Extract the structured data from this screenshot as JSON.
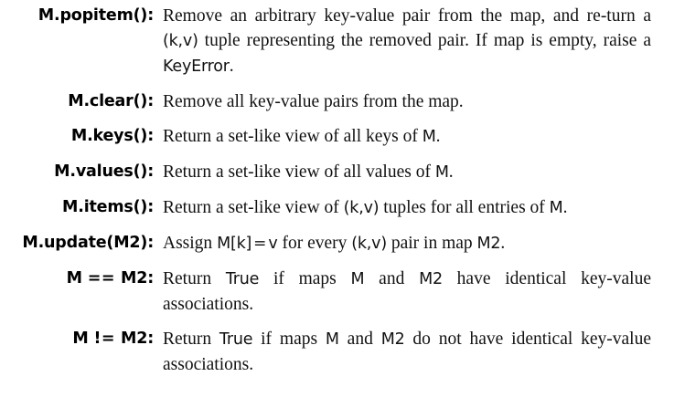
{
  "document": {
    "kind": "reference-table",
    "background_color": "#ffffff",
    "text_color": "#111111",
    "entries": [
      {
        "term": "M.popitem():",
        "description": "Remove an arbitrary key-value pair from the map, and return a (k,v) tuple representing the removed pair. If map is empty, raise a KeyError.",
        "lines": [
          "Remove an arbitrary key-value pair from the map, and re-",
          "turn a (k,v) tuple representing the removed pair. If map is",
          "empty, raise a KeyError."
        ]
      },
      {
        "term": "M.clear():",
        "description": "Remove all key-value pairs from the map.",
        "lines": [
          "Remove all key-value pairs from the map."
        ]
      },
      {
        "term": "M.keys():",
        "description": "Return a set-like view of all keys of M.",
        "lines": [
          "Return a set-like view of all keys of M."
        ]
      },
      {
        "term": "M.values():",
        "description": "Return a set-like view of all values of M.",
        "lines": [
          "Return a set-like view of all values of M."
        ]
      },
      {
        "term": "M.items():",
        "description": "Return a set-like view of (k,v) tuples for all entries of M.",
        "lines": [
          "Return a set-like view of (k,v) tuples for all entries of M."
        ]
      },
      {
        "term": "M.update(M2):",
        "description": "Assign M[k] = v for every (k,v) pair in map M2.",
        "lines": [
          "Assign M[k] = v for every (k,v) pair in map M2."
        ]
      },
      {
        "term": "M == M2:",
        "description": "Return True if maps M and M2 have identical key-value associations.",
        "lines": [
          "Return True if maps M and M2 have identical key-value",
          "associations."
        ]
      },
      {
        "term": "M != M2:",
        "description": "Return True if maps M and M2 do not have identical key-value associations.",
        "lines": [
          "Return True if maps M and M2 do not have identical key-",
          "value associations."
        ]
      }
    ]
  },
  "fragments": {
    "popitem": {
      "t1": "Remove an arbitrary key-value pair from the map, and re-turn a ",
      "kv": "(k,v)",
      "t2": " tuple representing the removed pair. If map is empty, raise a ",
      "keyerror": "KeyError",
      "t3": "."
    },
    "clear": {
      "t1": "Remove all key-value pairs from the map."
    },
    "keys": {
      "t1": "Return a set-like view of all keys of ",
      "m": "M",
      "t2": "."
    },
    "values": {
      "t1": "Return a set-like view of all values of ",
      "m": "M",
      "t2": "."
    },
    "items": {
      "t1": "Return a set-like view of ",
      "kv": "(k,v)",
      "t2": " tuples for all entries of ",
      "m": "M",
      "t3": "."
    },
    "update": {
      "t1": "Assign ",
      "mk": "M[k]",
      "eq": "=",
      "v": "v",
      "t2": " for every ",
      "kv": "(k,v)",
      "t3": " pair in map ",
      "m2": "M2",
      "t4": "."
    },
    "eqeq": {
      "t1": "Return ",
      "true": "True",
      "t2": " if maps ",
      "m": "M",
      "t3": " and ",
      "m2": "M2",
      "t4": " have identical key-value associations."
    },
    "noteq": {
      "t1": "Return ",
      "true": "True",
      "t2": " if maps ",
      "m": "M",
      "t3": " and ",
      "m2": "M2",
      "t4": " do not have identical key-value associations."
    }
  },
  "terms": {
    "popitem": "M.popitem():",
    "clear": "M.clear():",
    "keys": "M.keys():",
    "values": "M.values():",
    "items": "M.items():",
    "update": "M.update(M2):",
    "eqeq_left": "M",
    "eqeq_op": "==",
    "eqeq_right": "M2:",
    "noteq_left": "M",
    "noteq_op": "!=",
    "noteq_right": "M2:"
  }
}
